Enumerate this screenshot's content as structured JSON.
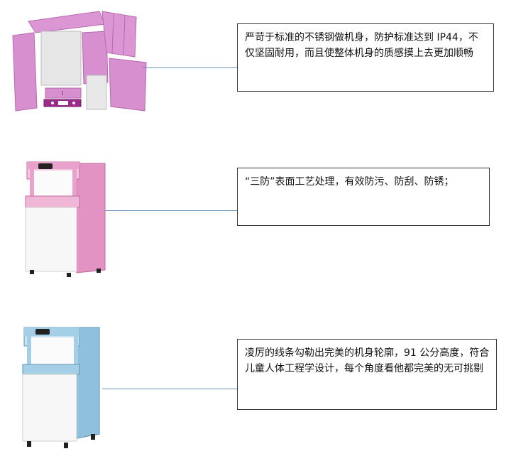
{
  "sections": [
    {
      "figure_icon": "disassembled-panels",
      "panel_color": "#d58ecf",
      "caption": "严苛于标准的不锈钢做机身，防护标准达到 IP44，不仅坚固耐用，而且使整体机身的质感摸上去更加顺畅"
    },
    {
      "figure_icon": "pink-water-dispenser",
      "panel_color": "#e293c3",
      "caption": "“三防”表面工艺处理，有效防污、防刮、防锈；"
    },
    {
      "figure_icon": "blue-water-dispenser",
      "panel_color": "#8fc1dd",
      "caption": "凌厉的线条勾勒出完美的机身轮廓，91 公分高度，符合儿童人体工程学设计，每个角度看他都完美的无可挑剔"
    }
  ]
}
